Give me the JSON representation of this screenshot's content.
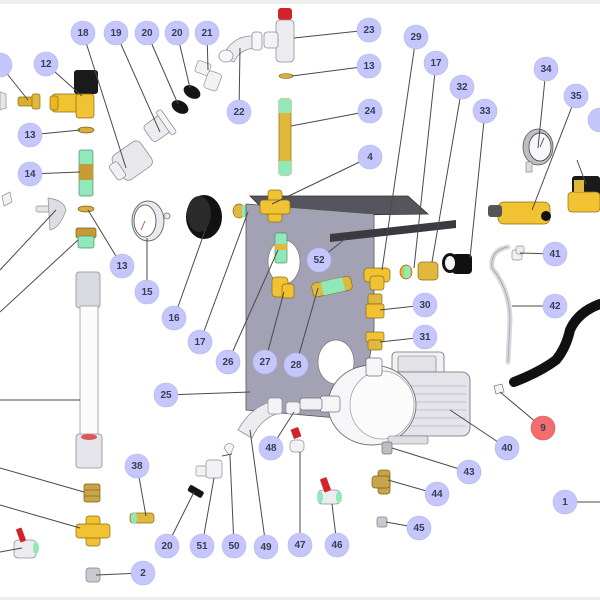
{
  "diagram": {
    "title": "Pump assembly exploded parts view",
    "callout_colors": {
      "default": "#c5c6fb",
      "highlight": "#f26d6d",
      "text": "#3b3d56"
    },
    "callouts": [
      {
        "label": "18"
      },
      {
        "label": "19"
      },
      {
        "label": "20"
      },
      {
        "label": "20"
      },
      {
        "label": "21"
      },
      {
        "label": "22"
      },
      {
        "label": "23"
      },
      {
        "label": "13"
      },
      {
        "label": "24"
      },
      {
        "label": "4"
      },
      {
        "label": "12"
      },
      {
        "label": "13"
      },
      {
        "label": "14"
      },
      {
        "label": "29"
      },
      {
        "label": "17"
      },
      {
        "label": "32"
      },
      {
        "label": "33"
      },
      {
        "label": "34"
      },
      {
        "label": "35"
      },
      {
        "label": "13"
      },
      {
        "label": "15"
      },
      {
        "label": "16"
      },
      {
        "label": "17"
      },
      {
        "label": "26"
      },
      {
        "label": "27"
      },
      {
        "label": "28"
      },
      {
        "label": "52"
      },
      {
        "label": "30"
      },
      {
        "label": "31"
      },
      {
        "label": "41"
      },
      {
        "label": "42"
      },
      {
        "label": "25"
      },
      {
        "label": "40"
      },
      {
        "label": "9",
        "highlight": true
      },
      {
        "label": "48"
      },
      {
        "label": "43"
      },
      {
        "label": "44"
      },
      {
        "label": "45"
      },
      {
        "label": "38"
      },
      {
        "label": "20"
      },
      {
        "label": "51"
      },
      {
        "label": "50"
      },
      {
        "label": "49"
      },
      {
        "label": "47"
      },
      {
        "label": "46"
      },
      {
        "label": "1"
      },
      {
        "label": "2"
      }
    ],
    "parts": [
      "angle-valve",
      "hose-adapter",
      "gasket",
      "gasket",
      "clamp-fitting",
      "elbow-pipe",
      "red-cap-valve",
      "washer",
      "nipple-pipe",
      "cross-fitting",
      "solenoid-valve",
      "pressure-gauge",
      "rubber-cap",
      "mounting-panel",
      "motor-pump",
      "flexible-hose",
      "bent-tube",
      "ball-valve",
      "tee-fitting",
      "plug",
      "sight-glass-tube"
    ]
  }
}
